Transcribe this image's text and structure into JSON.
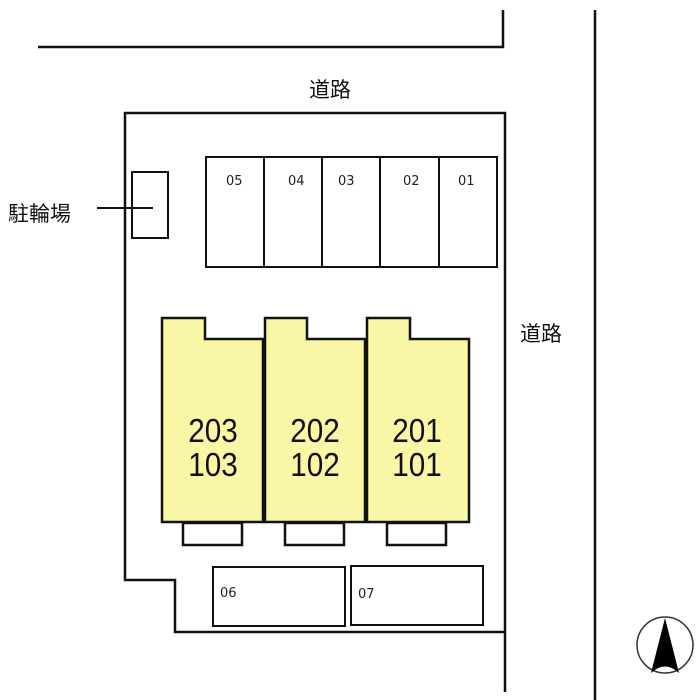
{
  "labels": {
    "road_top": "道路",
    "road_right": "道路",
    "bicycle_parking": "駐輪場"
  },
  "parking_top": [
    "05",
    "04",
    "03",
    "02",
    "01"
  ],
  "parking_bottom": [
    "06",
    "07"
  ],
  "units": [
    {
      "upper": "203",
      "lower": "103"
    },
    {
      "upper": "202",
      "lower": "102"
    },
    {
      "upper": "201",
      "lower": "101"
    }
  ],
  "colors": {
    "building_fill": "#f9f7a6",
    "line": "#111111"
  }
}
